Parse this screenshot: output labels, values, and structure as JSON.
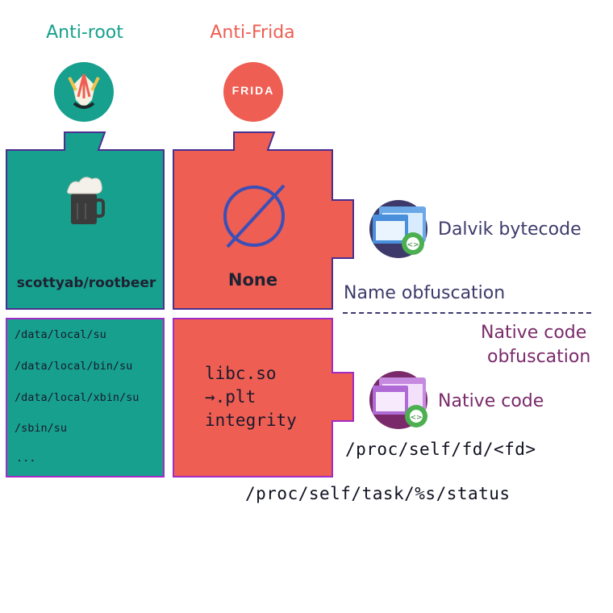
{
  "columns": {
    "anti_root": {
      "title": "Anti-root",
      "color": "#16a08d"
    },
    "anti_frida": {
      "title": "Anti-Frida",
      "color": "#ee5e52",
      "logo_text": "FRIDA"
    }
  },
  "upper_row": {
    "root_card": "scottyab/rootbeer",
    "frida_card": "None"
  },
  "root_paths": [
    "/data/local/su",
    "/data/local/bin/su",
    "/data/local/xbin/su",
    "/sbin/su",
    "..."
  ],
  "frida_native_check": [
    "libc.so",
    "→.plt",
    "integrity"
  ],
  "right_side": {
    "dalvik": "Dalvik bytecode",
    "name_obfuscation": "Name obfuscation",
    "native_obfuscation": [
      "Native code",
      "obfuscation"
    ],
    "native_code": "Native code"
  },
  "proc_paths": [
    "/proc/self/fd/<fd>",
    "/proc/self/task/%s/status"
  ],
  "colors": {
    "teal": "#16a08d",
    "coral": "#ee5e52",
    "indigo": "#3d3a6b",
    "purple": "#7a2a6a",
    "outline": "#4a2f8f"
  }
}
